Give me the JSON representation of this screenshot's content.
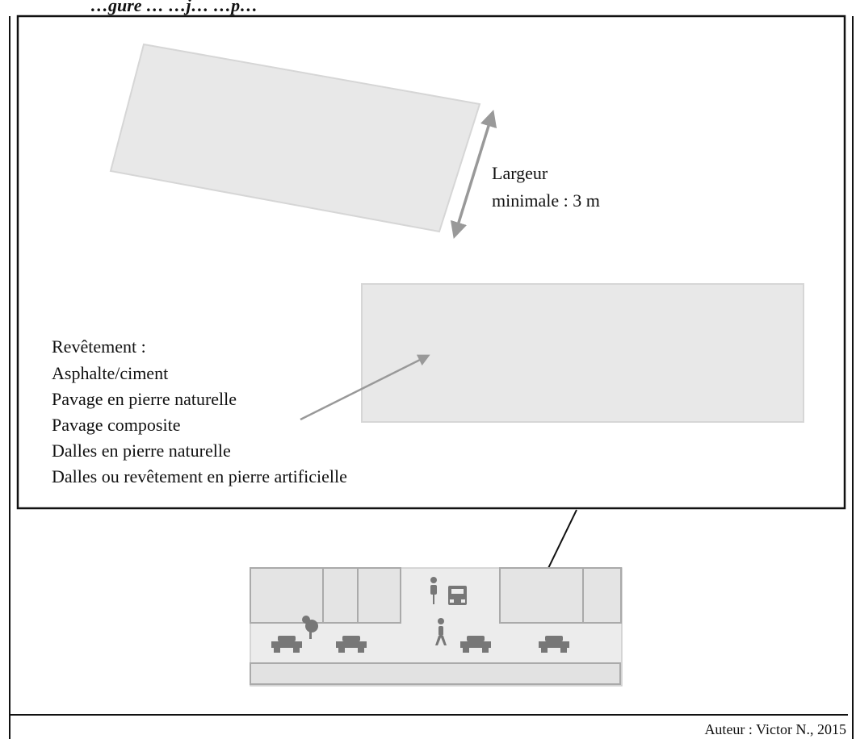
{
  "header": {
    "title": "…gure … …j… …p…"
  },
  "detail": {
    "width_label_line1": "Largeur",
    "width_label_line2": "minimale : 3 m",
    "surface_heading": "Revêtement :",
    "surface_items": [
      "Asphalte/ciment",
      "Pavage en pierre naturelle",
      "Pavage composite",
      "Dalles en pierre naturelle",
      "Dalles ou revêtement en pierre artificielle"
    ]
  },
  "footer": {
    "credit": "Auteur : Victor N., 2015"
  },
  "colors": {
    "paving": "#e8e8e8",
    "paving_border": "#d6d6d6",
    "arrow_gray": "#999999",
    "pictogram": "#777777",
    "frame": "#111111"
  }
}
